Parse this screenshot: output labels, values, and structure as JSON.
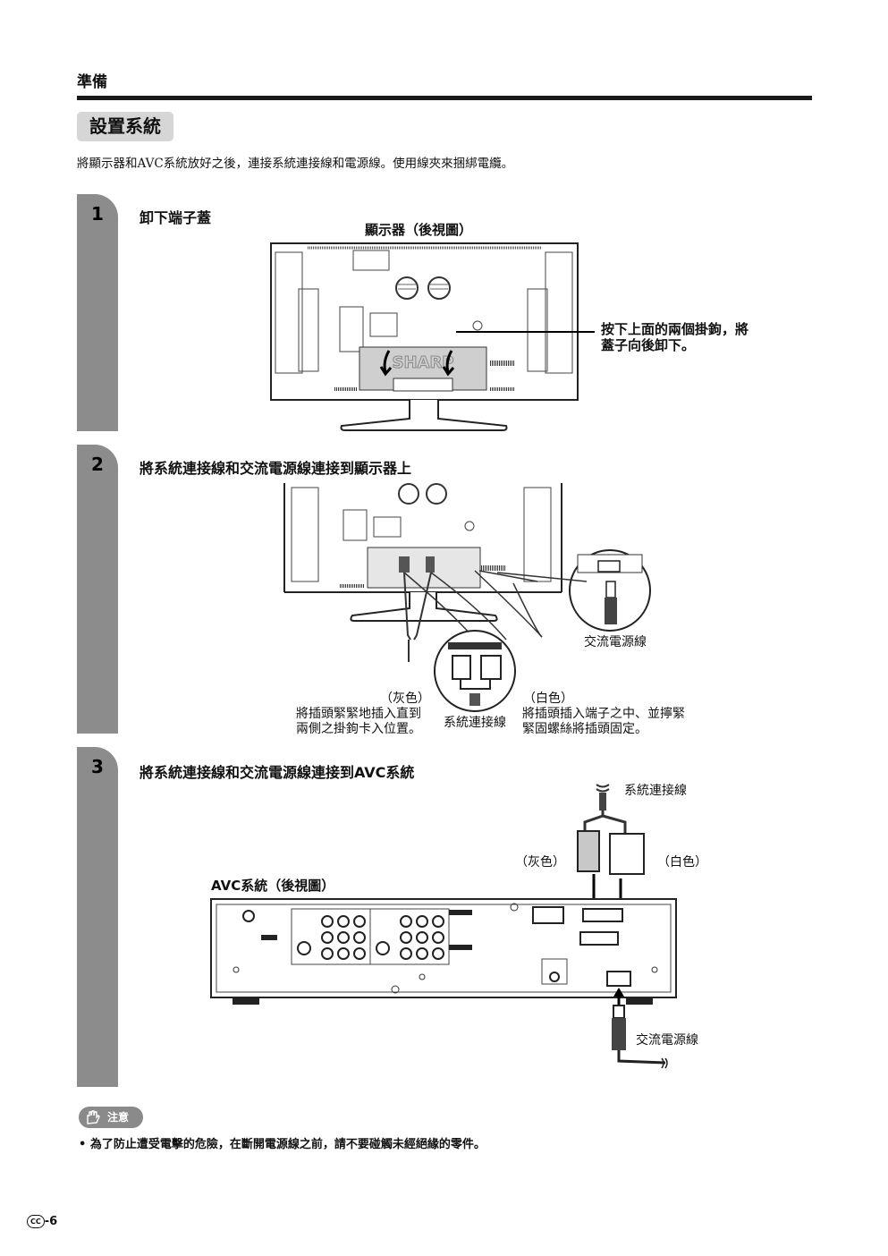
{
  "header": {
    "chapter": "準備",
    "section_title": "設置系統"
  },
  "intro": "將顯示器和AVC系統放好之後，連接系統連接線和電源線。使用線夾來捆綁電纜。",
  "steps": [
    {
      "number": "1",
      "title": "卸下端子蓋",
      "figure_title": "顯示器（後視圖）",
      "callout_line1": "按下上面的兩個掛鉤，將",
      "callout_line2": "蓋子向後卸下。",
      "logo_text": "SHARP"
    },
    {
      "number": "2",
      "title": "將系統連接線和交流電源線連接到顯示器上",
      "power_cord_label": "交流電源線",
      "gray_color": "（灰色）",
      "gray_line1": "將插頭緊緊地插入直到",
      "gray_line2": "兩側之掛鉤卡入位置。",
      "cable_label": "系統連接線",
      "white_color": "（白色）",
      "white_line1": "將插頭插入端子之中、並擰緊",
      "white_line2": "緊固螺絲將插頭固定。"
    },
    {
      "number": "3",
      "title": "將系統連接線和交流電源線連接到AVC系統",
      "figure_title": "AVC系統（後視圖）",
      "cable_label": "系統連接線",
      "gray_color": "（灰色）",
      "white_color": "（白色）",
      "power_cord_label": "交流電源線"
    }
  ],
  "caution": {
    "label": "注意",
    "text": "為了防止遭受電擊的危險，在斷開電源線之前，請不要碰觸未經絕緣的零件。"
  },
  "footer": {
    "page": "-6",
    "icon_label": "CC"
  }
}
